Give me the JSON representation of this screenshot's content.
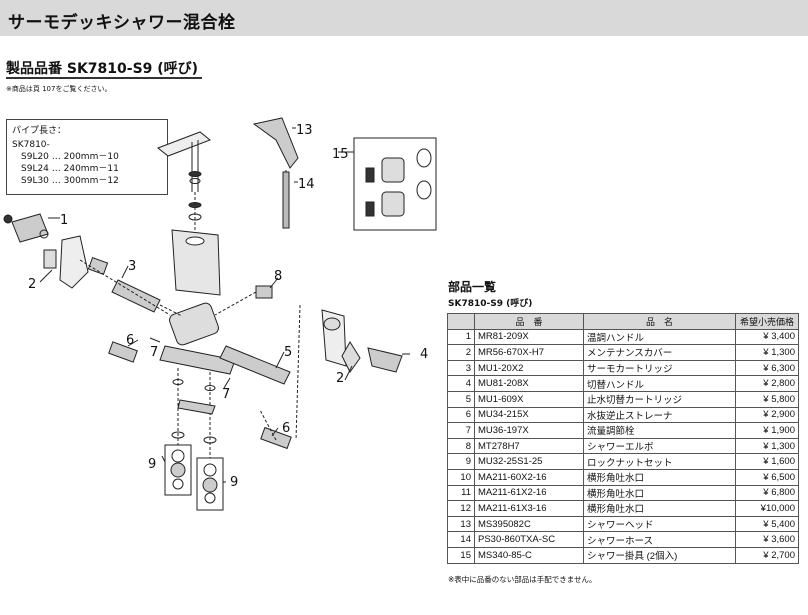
{
  "title": "サーモデッキシャワー混合栓",
  "product": {
    "heading": "製品品番 SK7810-S9 (呼び)",
    "note": "※商品は頁 107をご覧ください。"
  },
  "pipe_length": {
    "label": "パイプ長さ：",
    "model": "SK7810-",
    "options": [
      "S9L20 … 200mm－10",
      "S9L24 … 240mm－11",
      "S9L30 … 300mm－12"
    ]
  },
  "diagram": {
    "callouts": [
      "1",
      "2",
      "3",
      "4",
      "5",
      "6",
      "7",
      "8",
      "9",
      "13",
      "14",
      "15"
    ]
  },
  "parts_list": {
    "title": "部品一覧",
    "model": "SK7810-S9 (呼び)",
    "columns": [
      "品　番",
      "品　名",
      "希望小売価格"
    ],
    "rows": [
      {
        "no": "1",
        "code": "MR81-209X",
        "name": "温調ハンドル",
        "price": "¥ 3,400"
      },
      {
        "no": "2",
        "code": "MR56-670X-H7",
        "name": "メンテナンスカバー",
        "price": "¥ 1,300"
      },
      {
        "no": "3",
        "code": "MU1-20X2",
        "name": "サーモカートリッジ",
        "price": "¥ 6,300"
      },
      {
        "no": "4",
        "code": "MU81-208X",
        "name": "切替ハンドル",
        "price": "¥ 2,800"
      },
      {
        "no": "5",
        "code": "MU1-609X",
        "name": "止水切替カートリッジ",
        "price": "¥ 5,800"
      },
      {
        "no": "6",
        "code": "MU34-215X",
        "name": "水抜逆止ストレーナ",
        "price": "¥ 2,900"
      },
      {
        "no": "7",
        "code": "MU36-197X",
        "name": "流量調節栓",
        "price": "¥ 1,900"
      },
      {
        "no": "8",
        "code": "MT278H7",
        "name": "シャワーエルボ",
        "price": "¥ 1,300"
      },
      {
        "no": "9",
        "code": "MU32-25S1-25",
        "name": "ロックナットセット",
        "price": "¥ 1,600"
      },
      {
        "no": "10",
        "code": "MA211-60X2-16",
        "name": "横形角吐水口",
        "price": "¥ 6,500"
      },
      {
        "no": "11",
        "code": "MA211-61X2-16",
        "name": "横形角吐水口",
        "price": "¥ 6,800"
      },
      {
        "no": "12",
        "code": "MA211-61X3-16",
        "name": "横形角吐水口",
        "price": "¥10,000"
      },
      {
        "no": "13",
        "code": "MS395082C",
        "name": "シャワーヘッド",
        "price": "¥ 5,400"
      },
      {
        "no": "14",
        "code": "PS30-860TXA-SC",
        "name": "シャワーホース",
        "price": "¥ 3,600"
      },
      {
        "no": "15",
        "code": "MS340-85-C",
        "name": "シャワー掛具 (2個入)",
        "price": "¥ 2,700"
      }
    ],
    "footnote": "※表中に品番のない部品は手配できません。"
  }
}
